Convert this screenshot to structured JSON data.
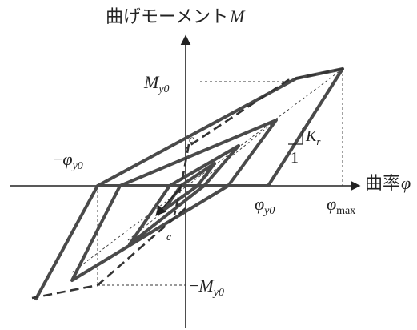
{
  "labels": {
    "moment_axis": "曲げモーメント",
    "moment_symbol": "M",
    "curvature_axis": "曲率",
    "curvature_symbol": "φ",
    "my0_pos_main": "M",
    "my0_pos_sub": "y0",
    "my0_neg_sign": "−",
    "my0_neg_main": "M",
    "my0_neg_sub": "y0",
    "phiy0_neg_sign": "−",
    "phiy0_neg_main": "φ",
    "phiy0_neg_sub": "y0",
    "phiy0_pos_main": "φ",
    "phiy0_pos_sub": "y0",
    "phimax_main": "φ",
    "phimax_sub": "max",
    "kr_main": "K",
    "kr_sub": "r",
    "slope_one": "1",
    "point_c_upper": "c",
    "point_c_lower": "c"
  },
  "colors": {
    "loop": "#444444",
    "axis": "#222222",
    "dashed": "#333333"
  }
}
